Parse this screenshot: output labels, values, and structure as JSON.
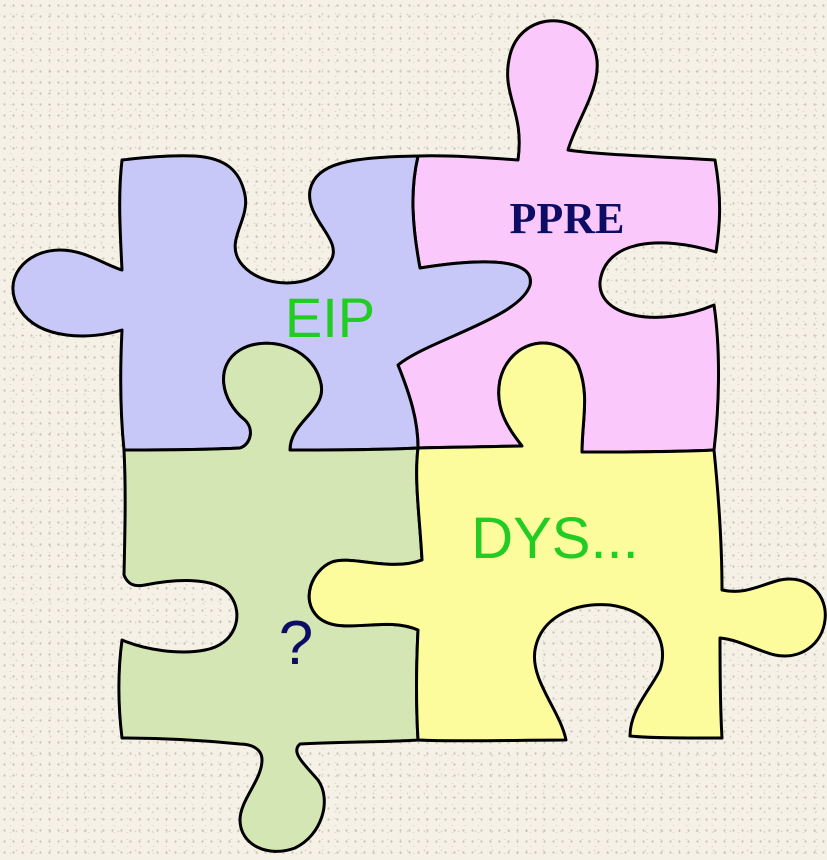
{
  "pieces": {
    "top_left": {
      "label": "EIP",
      "fill": "#c8c8f8",
      "text_color": "#22cc22"
    },
    "top_right": {
      "label": "PPRE",
      "fill": "#fbc8fb",
      "text_color": "#0d0d66"
    },
    "bottom_left": {
      "label": "?",
      "fill": "#d5e6b5",
      "text_color": "#0d0d66"
    },
    "bottom_right": {
      "label": "DYS...",
      "fill": "#fcfc9c",
      "text_color": "#22cc22"
    }
  }
}
